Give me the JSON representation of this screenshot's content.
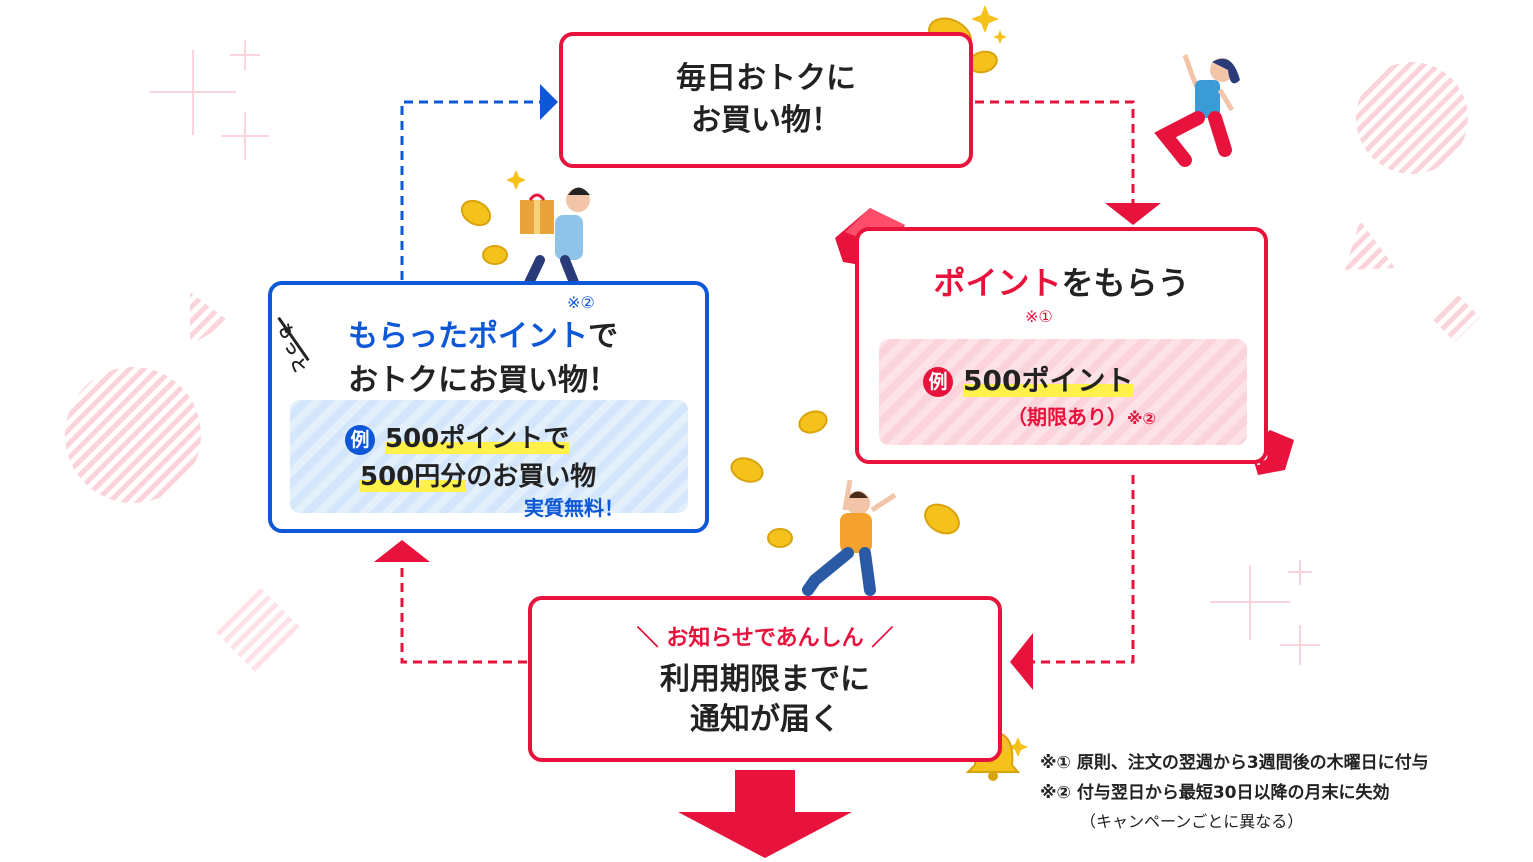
{
  "box_shopping": {
    "line1": "毎日おトクに",
    "line2": "お買い物！"
  },
  "box_points": {
    "title_colored": "ポイント",
    "title_rest": "をもらう",
    "note_mark": "※①",
    "example_badge": "例",
    "example_value": "500ポイント",
    "example_sub": "（期限あり）",
    "example_sub_note": "※②"
  },
  "box_notify": {
    "slash_left": "＼",
    "header": "お知らせであんしん",
    "slash_right": "／",
    "line1": "利用期限までに",
    "line2": "通知が届く"
  },
  "box_use": {
    "motto": "もっと",
    "note_mark": "※②",
    "title_colored": "もらったポイント",
    "title_rest": "で",
    "line2": "おトクにお買い物！",
    "example_badge": "例",
    "example_line1": "500ポイントで",
    "example_line2_hl": "500円分",
    "example_line2_rest": "のお買い物",
    "free_label": "実質無料！"
  },
  "footnotes": [
    {
      "mark": "※①",
      "text": "原則、注文の翌週から3週間後の木曜日に付与"
    },
    {
      "mark": "※②",
      "text": "付与翌日から最短30日以降の月末に失効"
    }
  ],
  "footnote_sub": "（キャンペーンごとに異なる）",
  "colors": {
    "red": "#e8133c",
    "blue": "#0e58d8",
    "highlight": "#fff14a",
    "coin": "#f4c21b"
  }
}
